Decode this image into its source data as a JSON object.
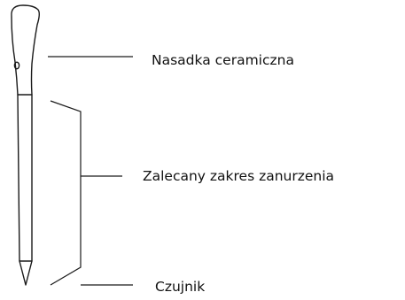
{
  "diagram": {
    "labels": {
      "ceramic_tip": "Nasadka ceramiczna",
      "immersion_range": "Zalecany zakres zanurzenia",
      "sensor": "Czujnik"
    }
  }
}
